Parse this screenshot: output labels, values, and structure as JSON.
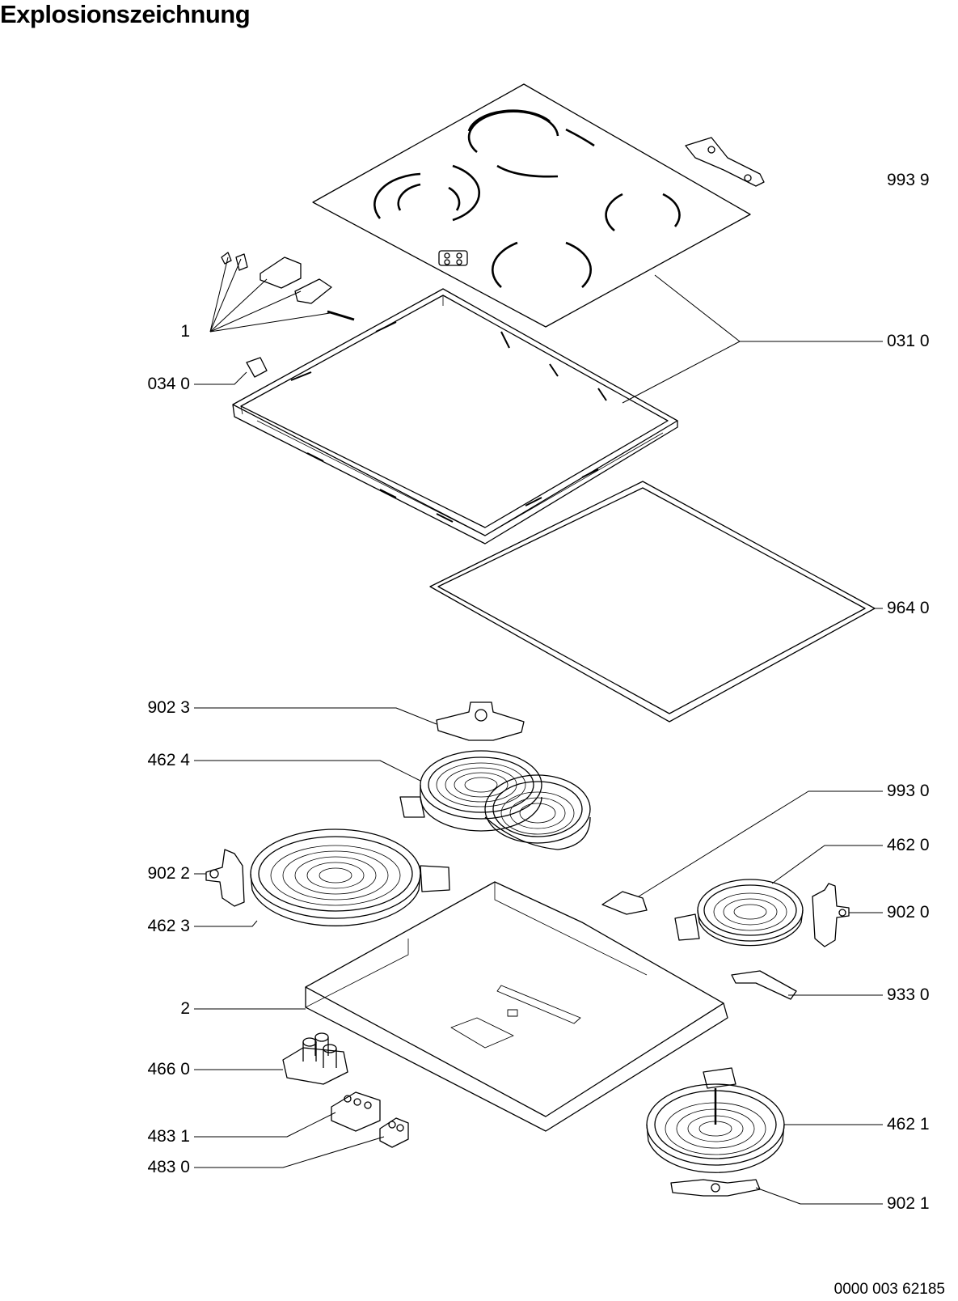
{
  "title": "Explosionszeichnung",
  "document_number": "0000 003 62185",
  "callouts": {
    "p9939": "993 9",
    "p0310": "031 0",
    "p1": "1",
    "p0340": "034 0",
    "p9640": "964 0",
    "p9023": "902 3",
    "p4624": "462 4",
    "p9930": "993 0",
    "p4620": "462 0",
    "p9022": "902 2",
    "p9020": "902 0",
    "p4623": "462 3",
    "p9330": "933 0",
    "p2": "2",
    "p4660": "466 0",
    "p4621": "462 1",
    "p4831": "483 1",
    "p4830": "483 0",
    "p9021": "902 1"
  }
}
